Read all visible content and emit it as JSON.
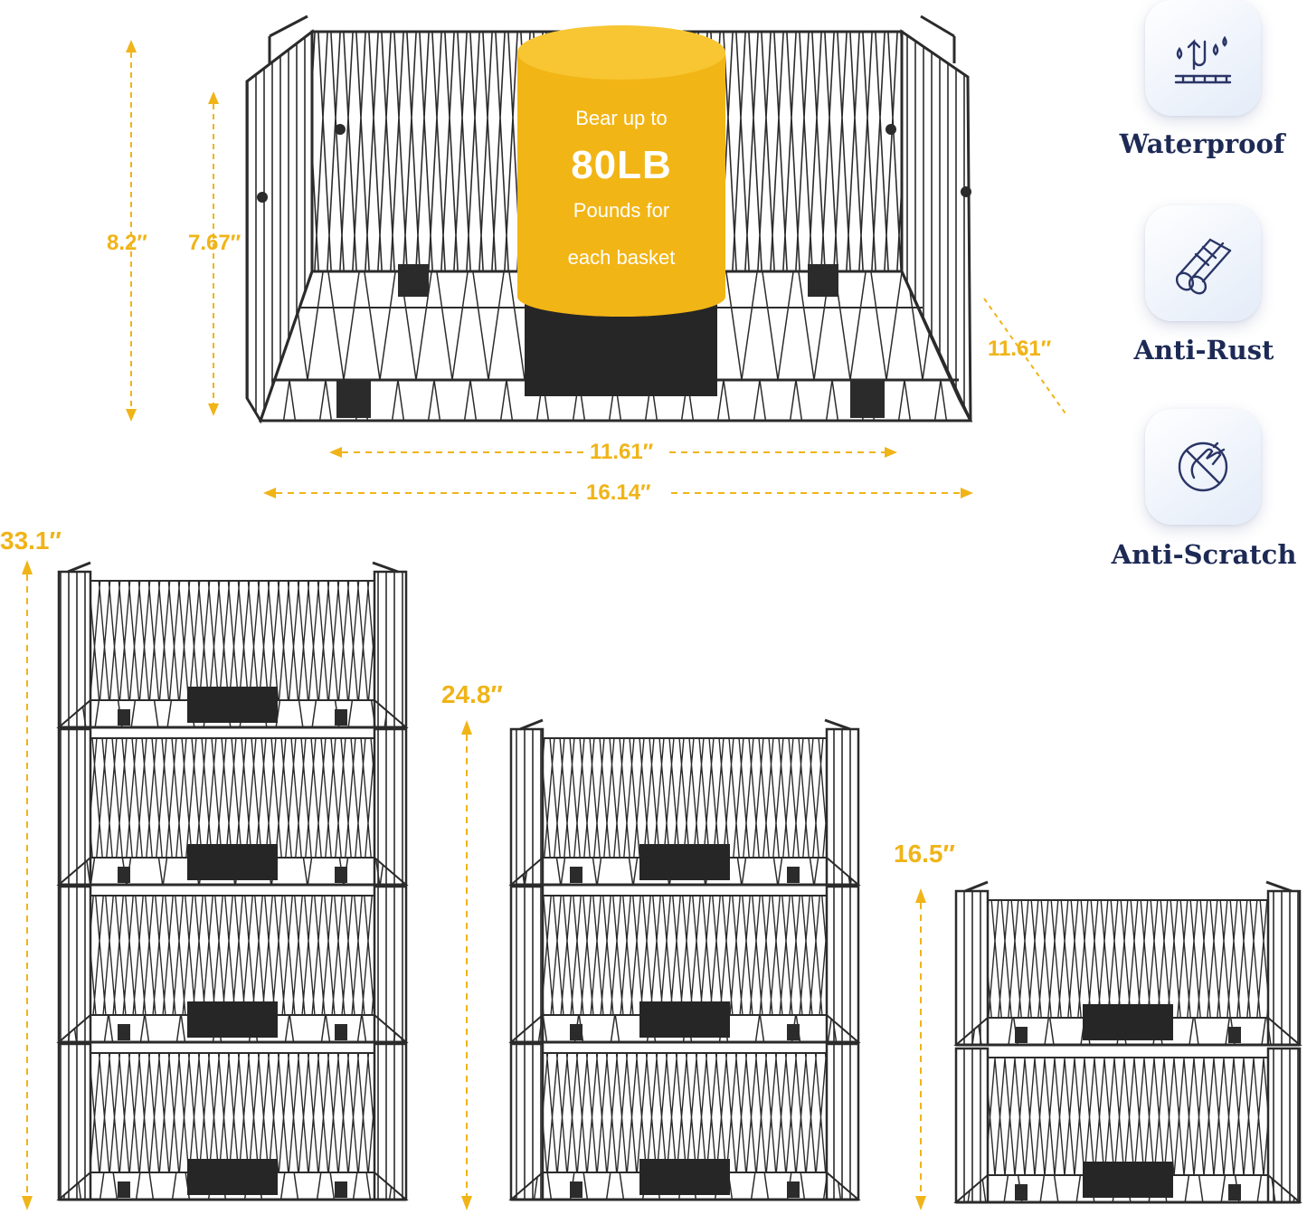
{
  "hero": {
    "capacity": {
      "line1": "Bear up to",
      "line2": "80LB",
      "line3": "Pounds for",
      "line4": "each basket"
    },
    "dimensions": {
      "outer_height": "8.2″",
      "inner_height": "7.67″",
      "depth": "11.61″",
      "inner_width": "11.61″",
      "outer_width": "16.14″"
    }
  },
  "features": [
    {
      "label": "Waterproof",
      "icon": "waterproof-icon"
    },
    {
      "label": "Anti-Rust",
      "icon": "anti-rust-icon"
    },
    {
      "label": "Anti-Scratch",
      "icon": "anti-scratch-icon"
    }
  ],
  "stacks": {
    "four_tier_height": "33.1″",
    "three_tier_height": "24.8″",
    "two_tier_height": "16.5″"
  },
  "colors": {
    "accent": "#f0b418",
    "badge": "#f2b516",
    "wire": "#2b2b2b",
    "feature_text": "#1d2a55"
  }
}
